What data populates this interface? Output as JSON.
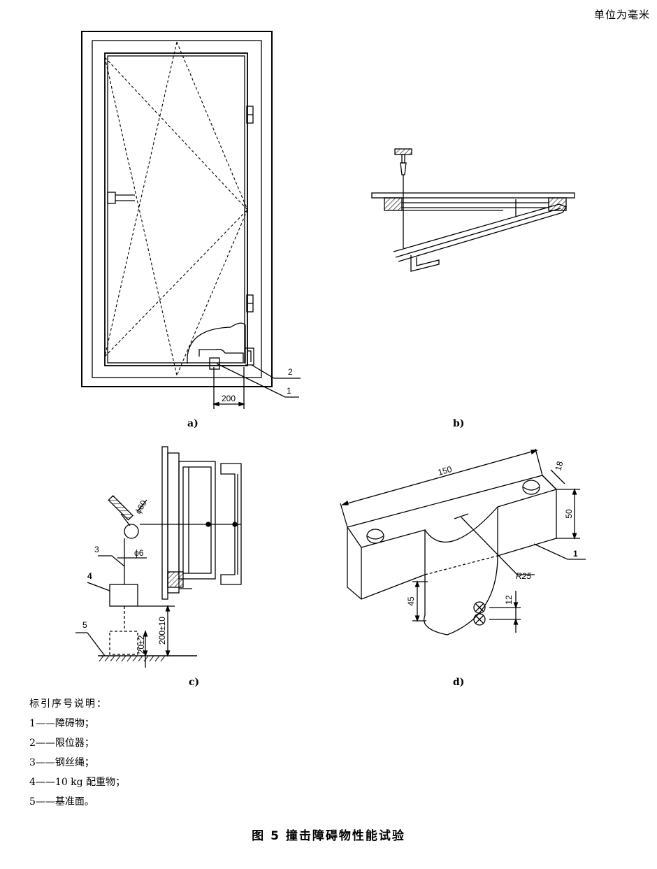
{
  "unit_note": "单位为毫米",
  "figure_title": "图 5   撞击障碍物性能试验",
  "subfigures": {
    "a": {
      "caption": "a)",
      "dims": {
        "width": "200"
      },
      "callouts": [
        "1",
        "2"
      ]
    },
    "b": {
      "caption": "b)"
    },
    "c": {
      "caption": "c)",
      "dims": {
        "phi60": "ϕ60",
        "phi6": "ϕ6",
        "h1": "20±2",
        "h2": "200±10"
      },
      "callouts": [
        "3",
        "4",
        "5"
      ]
    },
    "d": {
      "caption": "d)",
      "dims": {
        "length": "150",
        "thick": "18",
        "height": "50",
        "radius": "R25",
        "d45": "45",
        "d12": "12"
      },
      "callouts": [
        "1"
      ]
    }
  },
  "legend": {
    "title": "标引序号说明：",
    "items": [
      "1——障碍物；",
      "2——限位器；",
      "3——钢丝绳；",
      "4——10 kg 配重物；",
      "5——基准面。"
    ]
  }
}
